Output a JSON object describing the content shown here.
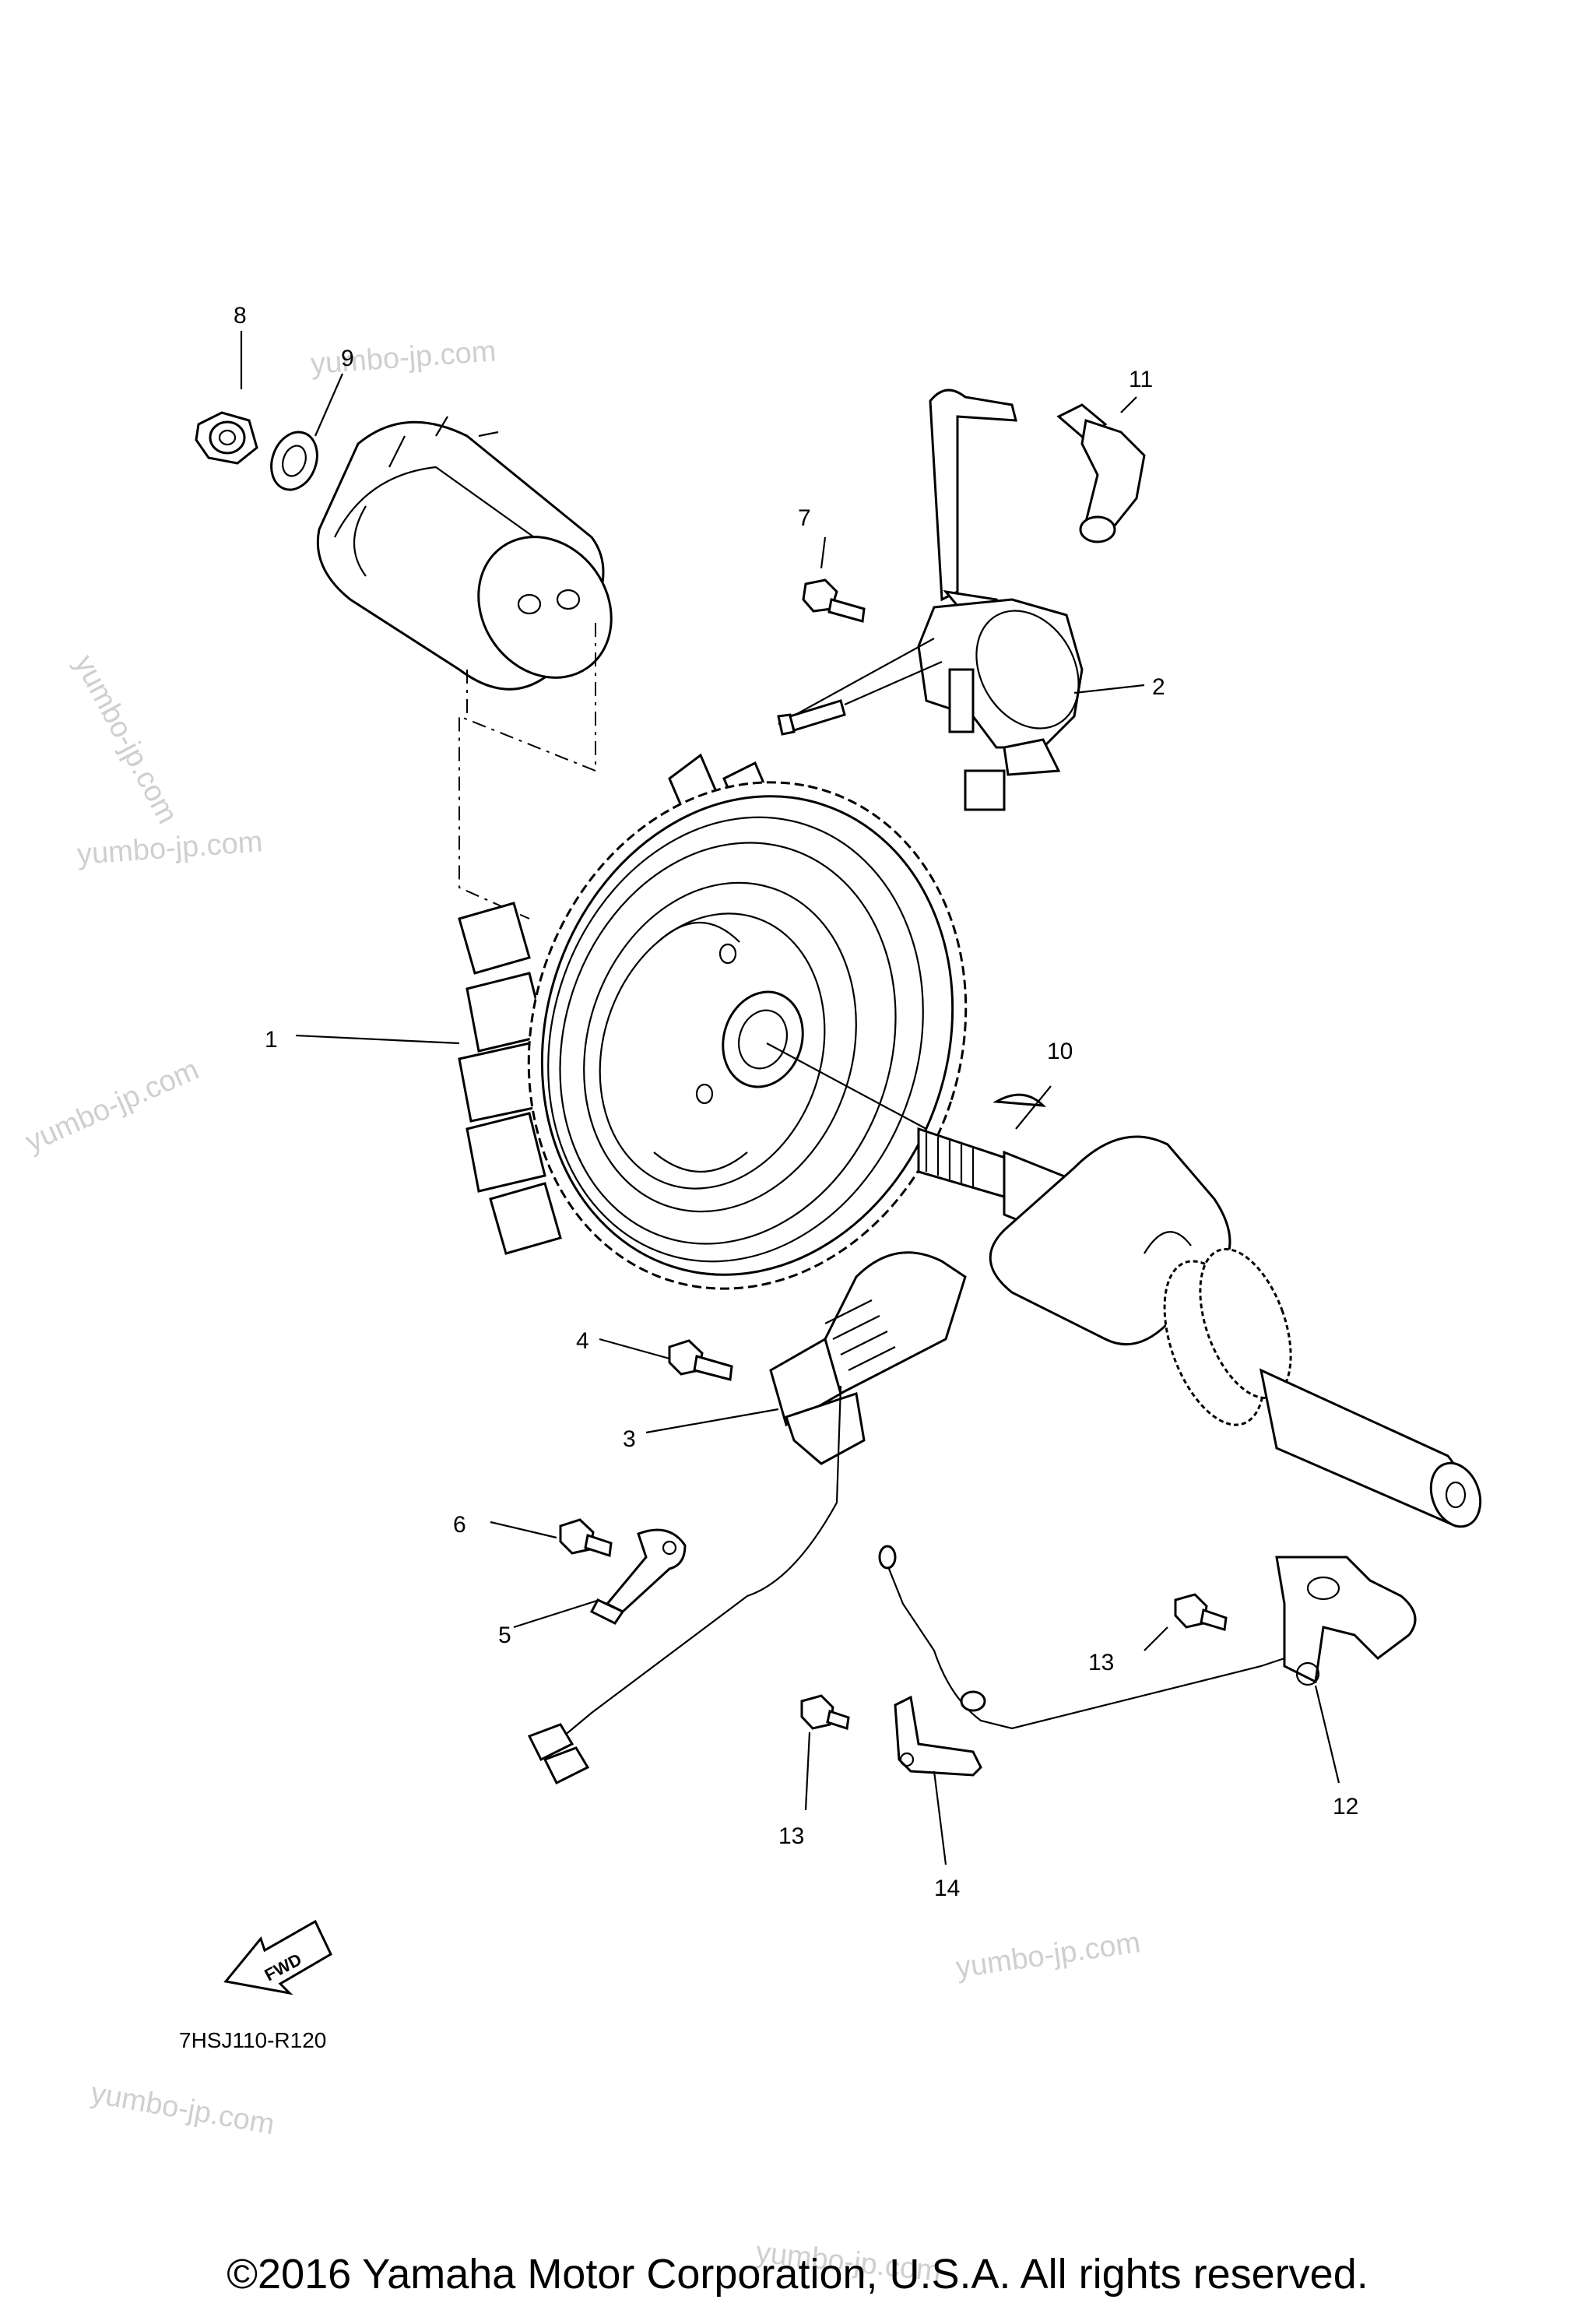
{
  "callouts": {
    "c1": "1",
    "c2": "2",
    "c3": "3",
    "c4": "4",
    "c5": "5",
    "c6": "6",
    "c7": "7",
    "c8": "8",
    "c9": "9",
    "c10": "10",
    "c11": "11",
    "c12": "12",
    "c13a": "13",
    "c13b": "13",
    "c14": "14"
  },
  "fwd_label": "FWD",
  "diagram_code": "7HSJ110-R120",
  "watermark": "yumbo-jp.com",
  "copyright": "©2016 Yamaha Motor Corporation, U.S.A. All rights reserved."
}
